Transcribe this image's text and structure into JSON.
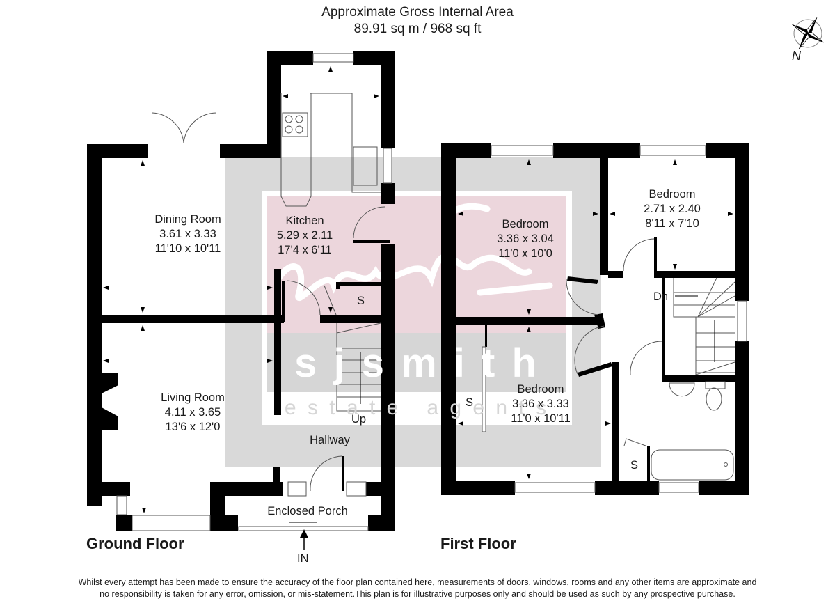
{
  "header": {
    "title_line1": "Approximate Gross Internal Area",
    "title_line2": "89.91 sq m / 968 sq ft"
  },
  "compass": {
    "label": "N",
    "icon": "compass-rose-icon"
  },
  "watermark": {
    "line1": "s j s m i t h",
    "line2": "e s t a t e   a g e n t s",
    "accent_color": "#e8d3da",
    "band_color": "#d9d9d9"
  },
  "ground_floor": {
    "title": "Ground Floor",
    "rooms": [
      {
        "name": "Dining Room",
        "metric": "3.61 x 3.33",
        "imperial": "11'10 x 10'11"
      },
      {
        "name": "Kitchen",
        "metric": "5.29 x 2.11",
        "imperial": "17'4 x 6'11"
      },
      {
        "name": "Living Room",
        "metric": "4.11 x 3.65",
        "imperial": "13'6 x 12'0"
      },
      {
        "name": "Hallway"
      },
      {
        "name": "Enclosed Porch"
      }
    ],
    "labels": {
      "storage": "S",
      "stairs": "Up",
      "entrance": "IN"
    }
  },
  "first_floor": {
    "title": "First Floor",
    "rooms": [
      {
        "name": "Bedroom",
        "metric": "3.36 x 3.04",
        "imperial": "11'0 x 10'0"
      },
      {
        "name": "Bedroom",
        "metric": "2.71 x 2.40",
        "imperial": "8'11 x 7'10"
      },
      {
        "name": "Bedroom",
        "metric": "3.36 x 3.33",
        "imperial": "11'0 x 10'11"
      }
    ],
    "labels": {
      "stairs": "Dn",
      "storage_1": "S",
      "storage_2": "S"
    }
  },
  "footer": {
    "disclaimer_line1": "Whilst every attempt has been made to ensure the accuracy of the floor plan contained here, measurements of doors, windows, rooms and any other items are approximate and",
    "disclaimer_line2": "no responsibility is taken for any error, omission, or mis-statement.This plan is for illustrative purposes only and should be used as such by any prospective purchase."
  }
}
